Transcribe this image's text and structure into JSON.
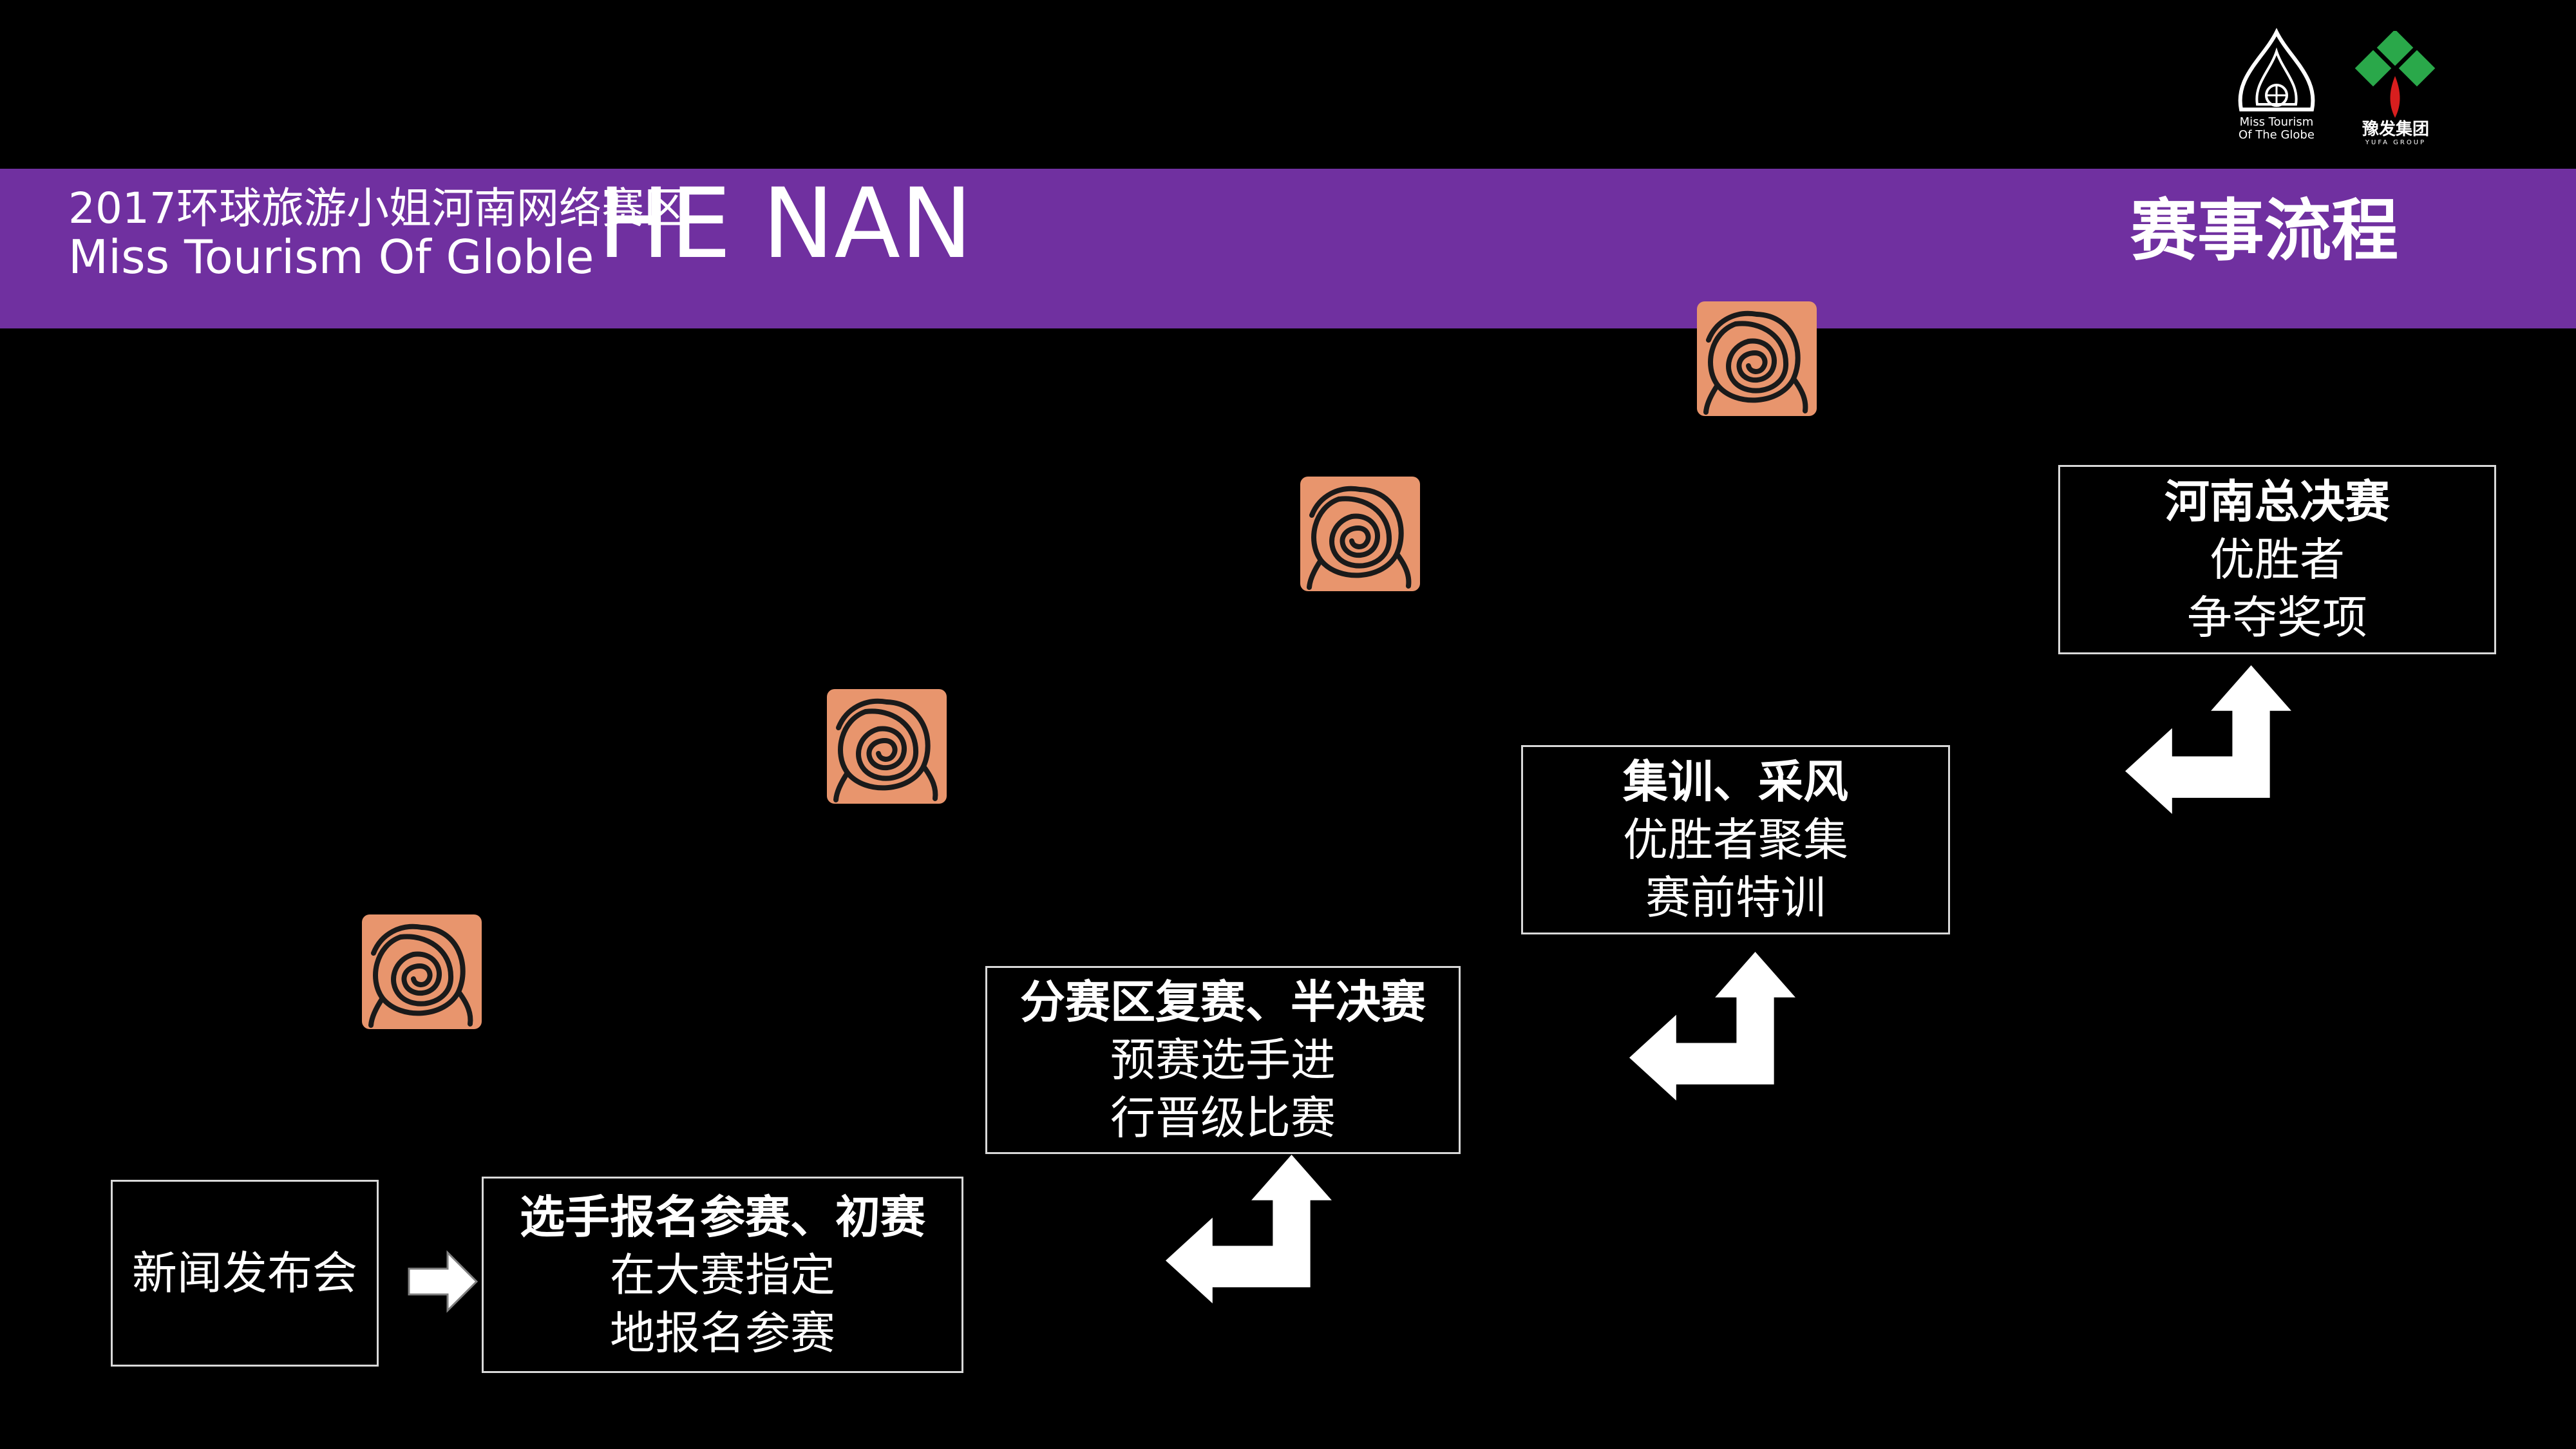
{
  "header": {
    "subtitle_cn": "2017环球旅游小姐河南网络赛区",
    "subtitle_en": "Miss Tourism Of Globle",
    "region": "HE NAN",
    "section_title": "赛事流程"
  },
  "logos": {
    "miss_tourism": "Miss Tourism\nOf The Globe",
    "yufa": "豫发集团",
    "yufa_en": "YUFA GROUP"
  },
  "stages": [
    {
      "title": "",
      "lines": [
        "新闻发布会"
      ]
    },
    {
      "title": "选手报名参赛、初赛",
      "lines": [
        "在大赛指定",
        "地报名参赛"
      ]
    },
    {
      "title": "分赛区复赛、半决赛",
      "lines": [
        "预赛选手进",
        "行晋级比赛"
      ]
    },
    {
      "title": "集训、采风",
      "lines": [
        "优胜者聚集",
        "赛前特训"
      ]
    },
    {
      "title": "河南总决赛",
      "lines": [
        "优胜者",
        "争夺奖项"
      ]
    }
  ],
  "colors": {
    "banner": "#7030a0",
    "background": "#000000",
    "rose_tile": "#e8956d",
    "box_border": "#d9d9d9",
    "arrow": "#ffffff"
  },
  "icons": {
    "rose": "rose-icon",
    "arrow_right": "arrow-right-icon",
    "arrow_turn": "arrow-turn-up-icon"
  }
}
